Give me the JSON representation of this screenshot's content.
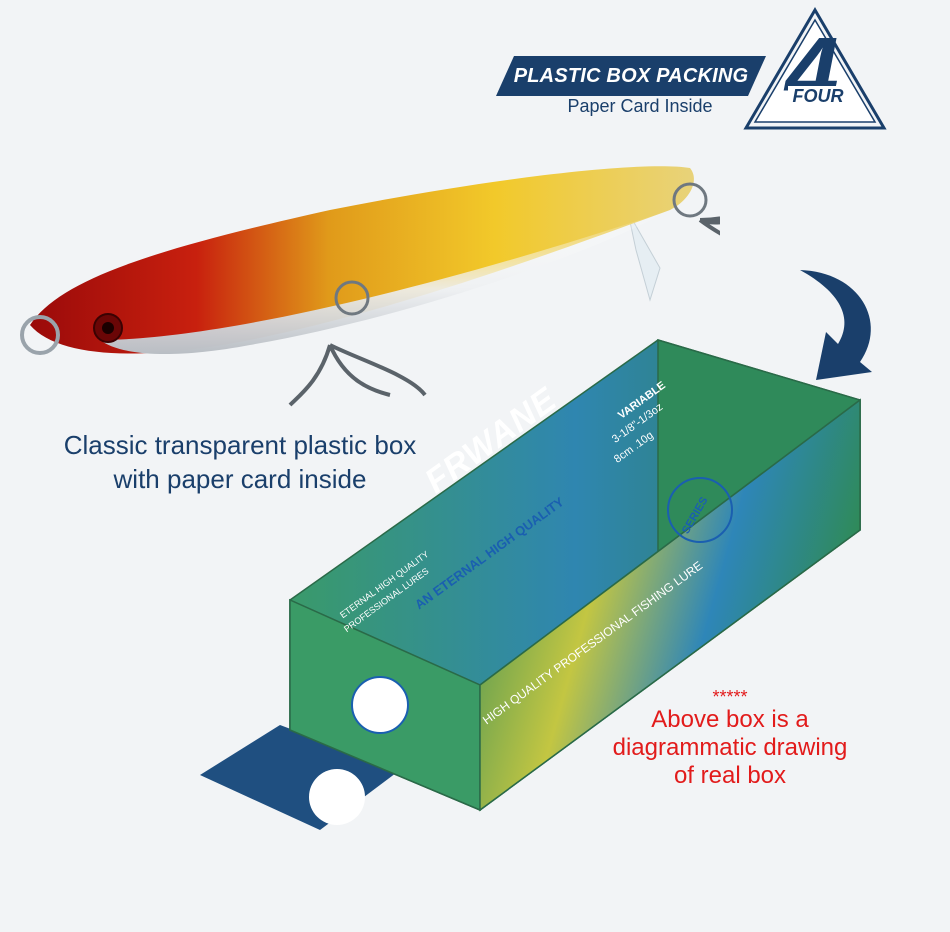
{
  "header": {
    "banner_title": "PLASTIC BOX PACKING",
    "banner_subtitle": "Paper Card Inside",
    "badge_number": "4",
    "badge_word": "FOUR"
  },
  "caption": {
    "line1": "Classic transparent plastic box",
    "line2": "with paper card inside"
  },
  "note": {
    "stars": "*****",
    "line1": "Above box is a",
    "line2": "diagrammatic drawing",
    "line3": "of real box"
  },
  "box_print": {
    "brand": "FRWANE",
    "slogan": "AN ETERNAL HIGH QUALITY",
    "variable_label": "VARIABLE",
    "weight": "3-1/8\"-1/3oz",
    "length": "8cm .10g",
    "side_text_1": "ETERNAL HIGH QUALITY",
    "side_text_2": "PROFESSIONAL LURES",
    "front_text": "HIGH QUALITY PROFESSIONAL FISHING LURE",
    "series_badge": "SERIES"
  },
  "colors": {
    "navy": "#1a3f6b",
    "red_note": "#e21b1b",
    "box_green": "#3a8e5e",
    "card_blue": "#1f4f80"
  }
}
